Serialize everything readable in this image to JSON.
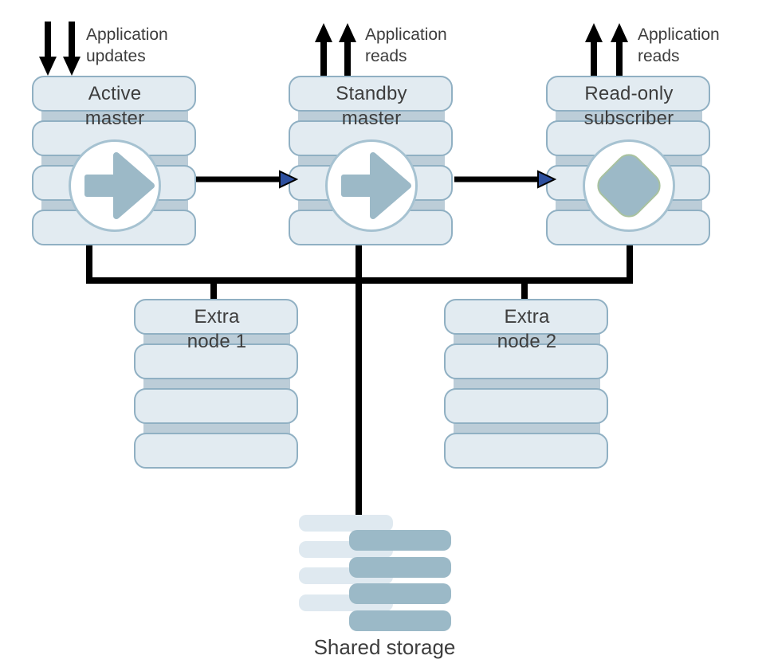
{
  "diagram": {
    "annotations": {
      "updates": {
        "line1": "Application",
        "line2": "updates"
      },
      "reads_standby": {
        "line1": "Application",
        "line2": "reads"
      },
      "reads_readonly": {
        "line1": "Application",
        "line2": "reads"
      }
    },
    "nodes": {
      "active": {
        "line1": "Active",
        "line2": "master"
      },
      "standby": {
        "line1": "Standby",
        "line2": "master"
      },
      "readonly": {
        "line1": "Read-only",
        "line2": "subscriber"
      },
      "extra1": {
        "line1": "Extra",
        "line2": "node 1"
      },
      "extra2": {
        "line1": "Extra",
        "line2": "node 2"
      }
    },
    "storage": {
      "label": "Shared storage"
    },
    "colors": {
      "bar_fill": "#e2ebf1",
      "bar_border": "#90b0c3",
      "spine": "#bccdd8",
      "circle_border": "#a6c2d1",
      "glyph": "#9cb9c7",
      "diamond_edge": "#a9c29f",
      "arrowhead": "#2d4f9e",
      "line": "#000000",
      "storage_light": "#dfe9f0",
      "storage_dark": "#9bb9c7",
      "text": "#3d3d3d"
    }
  }
}
